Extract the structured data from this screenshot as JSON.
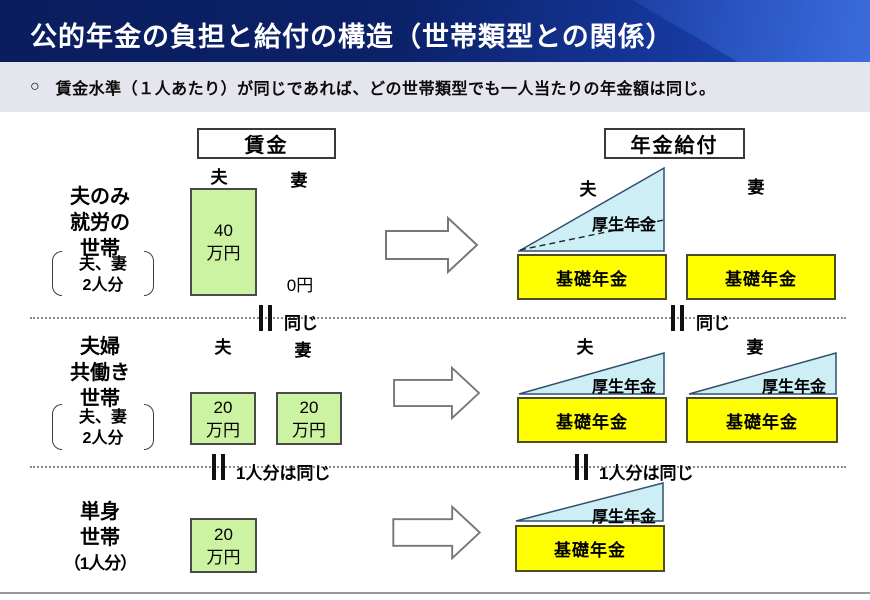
{
  "slide": {
    "title": "公的年金の負担と給付の構造（世帯類型との関係）",
    "subtitle_bullet": "○",
    "subtitle": "賃金水準（１人あたり）が同じであれば、どの世帯類型でも一人当たりの年金額は同じ。"
  },
  "headers": {
    "wage": "賃金",
    "benefit": "年金給付"
  },
  "person_labels": {
    "husband": "夫",
    "wife": "妻"
  },
  "pension_labels": {
    "employee": "厚生年金",
    "basic": "基礎年金"
  },
  "rows": [
    {
      "name_line1": "夫のみ",
      "name_line2": "就労の",
      "name_line3": "世帯",
      "bracket_line1": "夫、妻",
      "bracket_line2": "2人分",
      "husband_wage_line1": "40",
      "husband_wage_line2": "万円",
      "wife_wage": "0円"
    },
    {
      "name_line1": "夫婦",
      "name_line2": "共働き",
      "name_line3": "世帯",
      "bracket_line1": "夫、妻",
      "bracket_line2": "2人分",
      "husband_wage_line1": "20",
      "husband_wage_line2": "万円",
      "wife_wage_line1": "20",
      "wife_wage_line2": "万円"
    },
    {
      "name_line1": "単身",
      "name_line2": "世帯",
      "name_line3": "（1人分）",
      "wage_line1": "20",
      "wage_line2": "万円"
    }
  ],
  "separators": [
    {
      "left": "同じ",
      "right": "同じ"
    },
    {
      "left": "1人分は同じ",
      "right": "1人分は同じ"
    }
  ],
  "colors": {
    "title-bg-dark": "#0a1d5e",
    "title-bg-light": "#1e4cc2",
    "subtitle-bg": "#e5e5ee",
    "wage-box-fill": "#ccf3a1",
    "basic-pension-fill": "#ffff00",
    "employee-pension-fill": "#cdeef5"
  }
}
